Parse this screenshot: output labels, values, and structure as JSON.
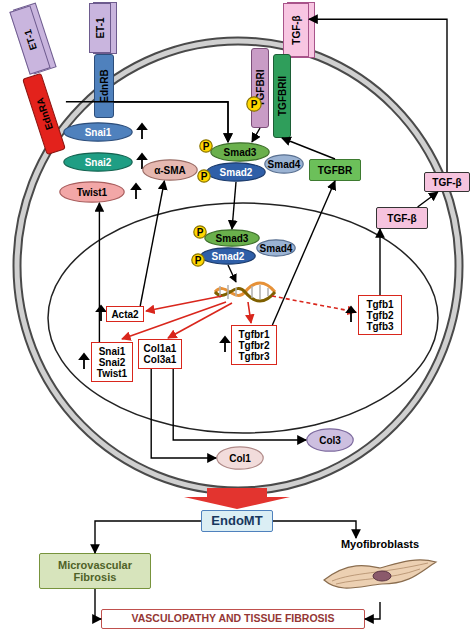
{
  "diagram": {
    "nodes": [
      {
        "text": [
          "ET-1"
        ]
      },
      {
        "text": [
          "ET-1"
        ]
      },
      {
        "text": [
          "TGF-β"
        ]
      },
      {
        "text": [
          "EdnRA"
        ]
      },
      {
        "text": [
          "EdnRB"
        ]
      },
      {
        "text": [
          "TGFBRI"
        ]
      },
      {
        "text": [
          "TGFBRII"
        ]
      },
      {
        "text": [
          "P"
        ]
      },
      {
        "text": [
          "Snai1"
        ]
      },
      {
        "text": [
          "Snai2"
        ]
      },
      {
        "text": [
          "Twist1"
        ]
      },
      {
        "text": [
          "α-SMA"
        ]
      },
      {
        "text": [
          "Smad3"
        ]
      },
      {
        "text": [
          "Smad2"
        ]
      },
      {
        "text": [
          "Smad4"
        ]
      },
      {
        "text": [
          "P"
        ]
      },
      {
        "text": [
          "P"
        ]
      },
      {
        "text": [
          "TGFBR"
        ]
      },
      {
        "text": [
          "TGF-β"
        ]
      },
      {
        "text": [
          "TGF-β"
        ]
      },
      {
        "text": [
          "Smad3"
        ]
      },
      {
        "text": [
          "Smad2"
        ]
      },
      {
        "text": [
          "Smad4"
        ]
      },
      {
        "text": [
          "P"
        ]
      },
      {
        "text": [
          "P"
        ]
      },
      {
        "text": [
          "Acta2"
        ]
      },
      {
        "text": [
          "Snai1 Snai2 Twist1"
        ]
      },
      {
        "text": [
          "Col1a1 Col3a1"
        ]
      },
      {
        "text": [
          "Tgfbr1 Tgfbr2 Tgfbr3"
        ]
      },
      {
        "text": [
          "Tgfb1 Tgfb2 Tgfb3"
        ]
      },
      {
        "text": [
          "Col1"
        ]
      },
      {
        "text": [
          "Col3"
        ]
      },
      {
        "text": [
          "EndoMT"
        ]
      },
      {
        "text": [
          "Microvascular Fibrosis"
        ]
      },
      {
        "text": [
          "Myofibroblasts"
        ]
      },
      {
        "text": [
          "VASCULOPATHY AND TISSUE FIBROSIS"
        ]
      }
    ],
    "edges": [
      {
        "from": 3,
        "to": 12,
        "arrow": "to"
      },
      {
        "from": 4,
        "to": 12,
        "arrow": "to"
      },
      {
        "from": 5,
        "to": 12,
        "arrow": "to"
      },
      {
        "from": 13,
        "to": 20,
        "arrow": "to"
      },
      {
        "from": 25,
        "to": 11,
        "arrow": "to"
      },
      {
        "from": 26,
        "to": 10,
        "arrow": "to"
      },
      {
        "from": 27,
        "to": 30,
        "arrow": "to"
      },
      {
        "from": 27,
        "to": 31,
        "arrow": "to"
      },
      {
        "from": 28,
        "to": 17,
        "arrow": "to"
      },
      {
        "from": 17,
        "to": 6,
        "arrow": "to"
      },
      {
        "from": 29,
        "to": 18,
        "arrow": "to"
      },
      {
        "from": 18,
        "to": 19,
        "arrow": "to"
      },
      {
        "from": 19,
        "to": 2,
        "arrow": "to"
      },
      {
        "from": 32,
        "to": 33,
        "arrow": "to"
      },
      {
        "from": 32,
        "to": 34,
        "arrow": "to"
      },
      {
        "from": 33,
        "to": 35,
        "arrow": "to"
      },
      {
        "from": 34,
        "to": 35,
        "arrow": "to"
      }
    ]
  }
}
